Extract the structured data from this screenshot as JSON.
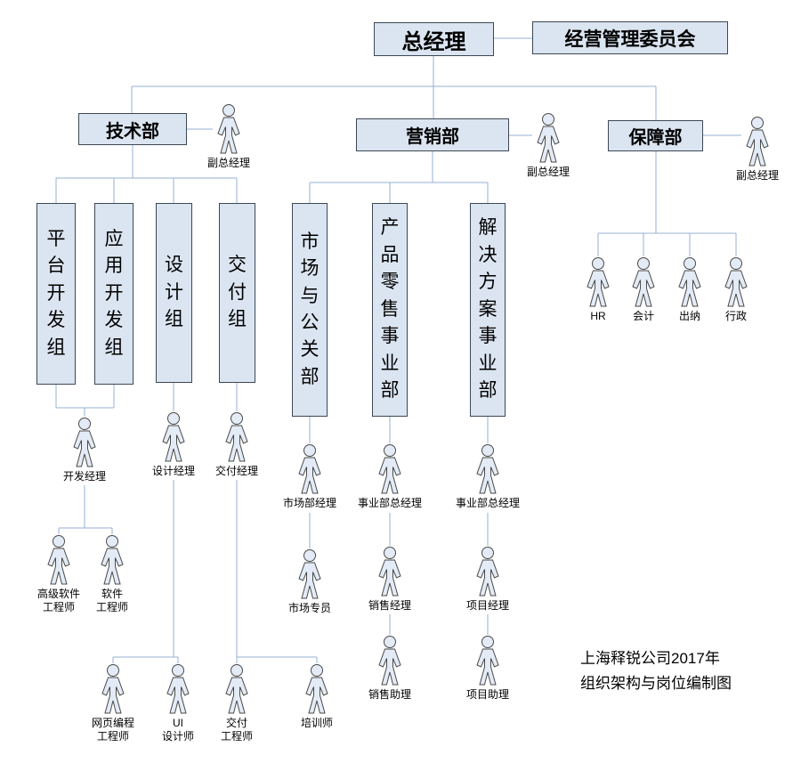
{
  "note": "上海释锐公司2017年\n组织架构与岗位编制图",
  "top": {
    "general_manager": "总经理",
    "committee": "经营管理委员会"
  },
  "departments": {
    "tech": "技术部",
    "marketing": "营销部",
    "support": "保障部"
  },
  "groups": {
    "platform": "平台开发组",
    "appdev": "应用开发组",
    "design": "设计组",
    "delivery": "交付组",
    "market_pr": "市场与公关部",
    "retail": "产品零售事业部",
    "solution": "解决方案事业部"
  },
  "people": {
    "deputy_gm": "副总经理",
    "dev_manager": "开发经理",
    "design_manager": "设计经理",
    "delivery_manager": "交付经理",
    "senior_sw_engineer": "高级软件\n工程师",
    "sw_engineer": "软件\n工程师",
    "web_engineer": "网页编程\n工程师",
    "ui_designer": "UI\n设计师",
    "delivery_engineer": "交付\n工程师",
    "trainer": "培训师",
    "market_manager": "市场部经理",
    "market_specialist": "市场专员",
    "bu_gm": "事业部总经理",
    "sales_manager": "销售经理",
    "sales_assistant": "销售助理",
    "project_manager": "项目经理",
    "project_assistant": "项目助理",
    "hr": "HR",
    "accountant": "会计",
    "cashier": "出纳",
    "admin": "行政"
  },
  "colors": {
    "box_fill": "#dbe5f1",
    "box_border": "#3c4756",
    "connector": "#94b0d4"
  }
}
